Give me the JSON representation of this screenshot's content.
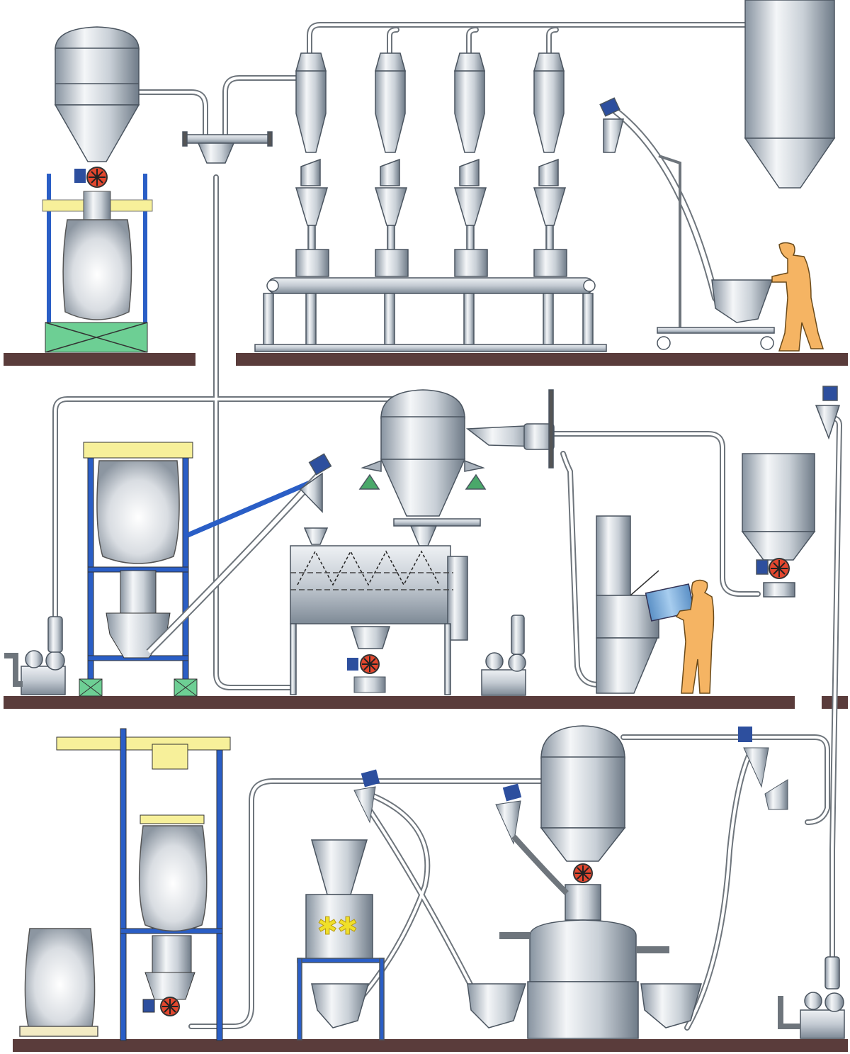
{
  "diagram": {
    "type": "process-plant-illustration",
    "levels": [
      "upper-floor",
      "middle-floor",
      "ground-floor"
    ],
    "components": {
      "receiving_hopper": "filter-receiver-hopper",
      "bulk_bag_unloaders": 3,
      "cyclone_receivers": 4,
      "packing_stations": 4,
      "storage_silo": "large-silo",
      "ribbon_mixer": "horizontal-ribbon-blender",
      "bag_dump_station": "manual-bag-dump-station",
      "rotary_valves": 5,
      "blower_packages": 3,
      "flexible_screw_conveyors": 6,
      "operators": 2,
      "lump_breaker": "lump-breaker-with-twin-rotors",
      "sifter": "vibratory-sifter"
    },
    "colors": {
      "floor": "#5a3c3b",
      "frame_blue": "#2a5ec6",
      "rail_yellow": "#f7f09a",
      "skid_green": "#6dcf94",
      "valve_red": "#e3472e",
      "valve_blue": "#2d4f9e",
      "operator_skin": "#f5b463",
      "bin_blue": "#7fb1dc",
      "triangle_green": "#4aa86a",
      "steel_dark": "#7a8693",
      "steel_light": "#f4f6f8",
      "pipe_outline": "#6e757c"
    }
  }
}
